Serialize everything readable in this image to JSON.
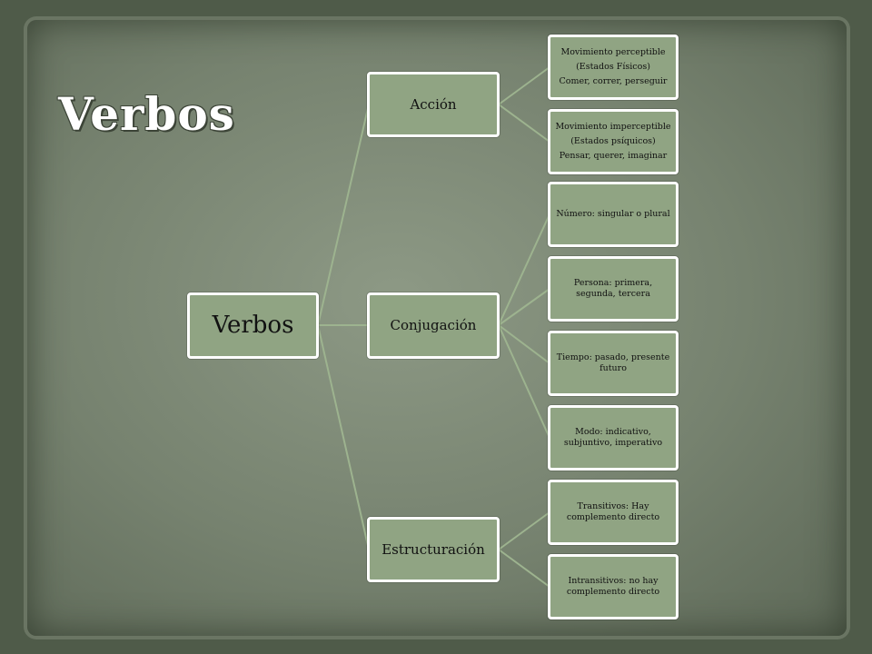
{
  "slide": {
    "title": "Verbos"
  },
  "diagram": {
    "root": "Verbos",
    "branches": [
      {
        "label": "Acción",
        "children": [
          {
            "lines": [
              "Movimiento perceptible",
              "(Estados Físicos)",
              "Comer, correr,  perseguir"
            ]
          },
          {
            "lines": [
              "Movimiento imperceptible",
              "(Estados psíquicos)",
              "Pensar, querer, imaginar"
            ]
          }
        ]
      },
      {
        "label": "Conjugación",
        "children": [
          {
            "lines": [
              "Número: singular o plural"
            ]
          },
          {
            "lines": [
              "Persona: primera, segunda, tercera"
            ]
          },
          {
            "lines": [
              "Tiempo: pasado, presente futuro"
            ]
          },
          {
            "lines": [
              "Modo: indicativo, subjuntivo, imperativo"
            ]
          }
        ]
      },
      {
        "label": "Estructuración",
        "children": [
          {
            "lines": [
              "Transitivos: Hay complemento directo"
            ]
          },
          {
            "lines": [
              "Intransitivos: no hay complemento directo"
            ]
          }
        ]
      }
    ]
  },
  "colors": {
    "node_fill": "#90a483",
    "node_border": "#ffffff",
    "connector": "#9db38f"
  }
}
